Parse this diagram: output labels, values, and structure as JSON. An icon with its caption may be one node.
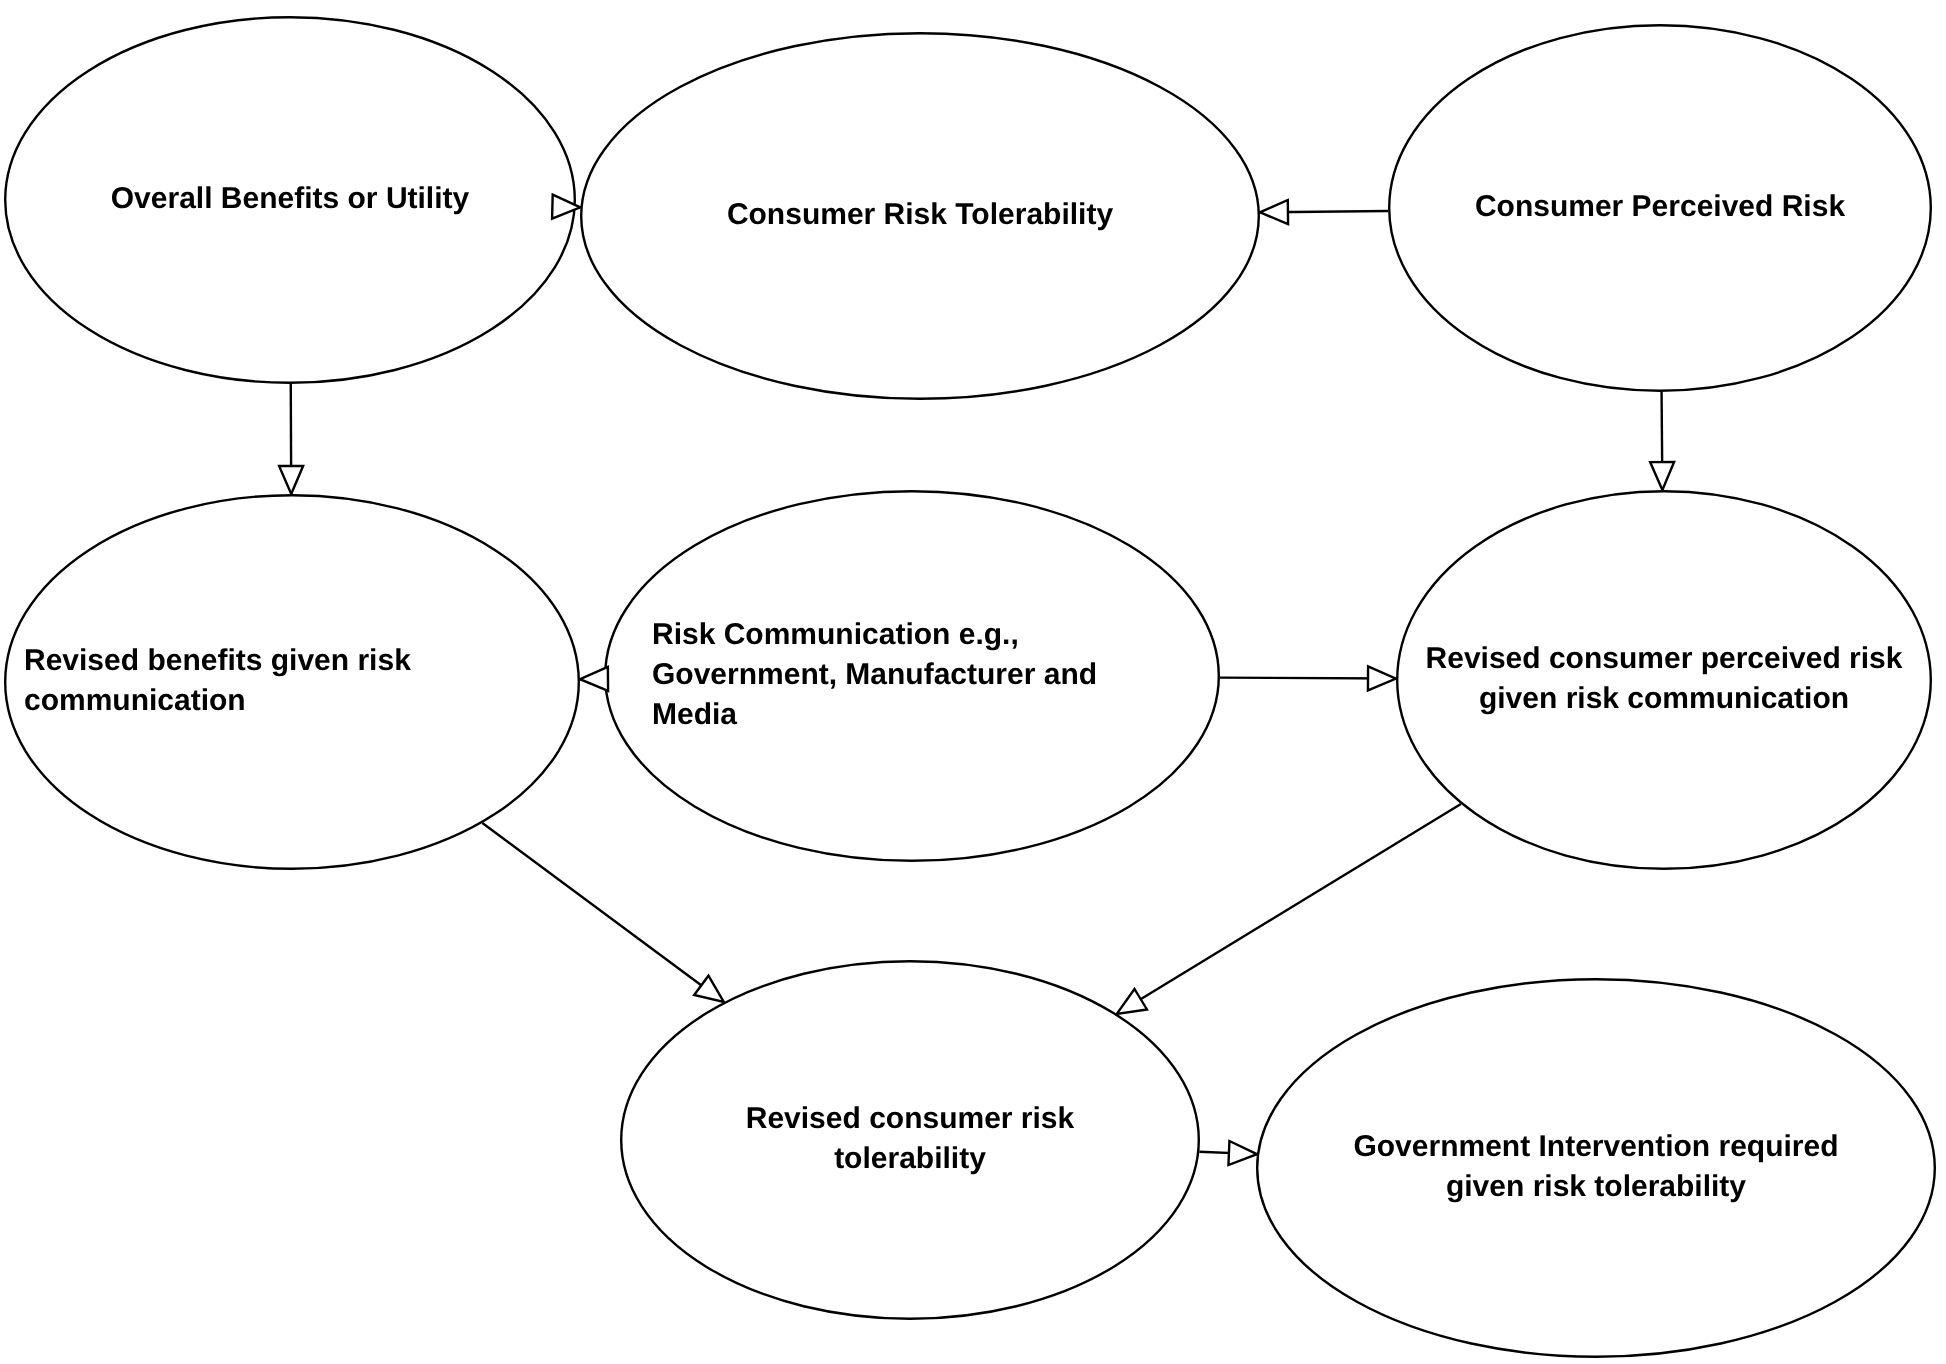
{
  "diagram": {
    "nodes": [
      {
        "text": [
          "Overall Benefits or Utility"
        ]
      },
      {
        "text": [
          "Consumer Risk Tolerability"
        ]
      },
      {
        "text": [
          "Consumer Perceived Risk"
        ]
      },
      {
        "text": [
          "Revised benefits given risk communication"
        ]
      },
      {
        "text": [
          "Risk Communication e.g., Government, Manufacturer and Media"
        ]
      },
      {
        "text": [
          "Revised consumer perceived risk given risk communication"
        ]
      },
      {
        "text": [
          "Revised consumer risk tolerability"
        ]
      },
      {
        "text": [
          "Government Intervention required given risk tolerability"
        ]
      }
    ],
    "edges": [
      {
        "from": 0,
        "to": 1,
        "arrow": "to"
      },
      {
        "from": 2,
        "to": 1,
        "arrow": "to"
      },
      {
        "from": 0,
        "to": 3,
        "arrow": "to"
      },
      {
        "from": 2,
        "to": 5,
        "arrow": "to"
      },
      {
        "from": 4,
        "to": 3,
        "arrow": "to"
      },
      {
        "from": 4,
        "to": 5,
        "arrow": "to"
      },
      {
        "from": 3,
        "to": 6,
        "arrow": "to"
      },
      {
        "from": 5,
        "to": 6,
        "arrow": "to"
      },
      {
        "from": 6,
        "to": 7,
        "arrow": "to"
      }
    ]
  }
}
